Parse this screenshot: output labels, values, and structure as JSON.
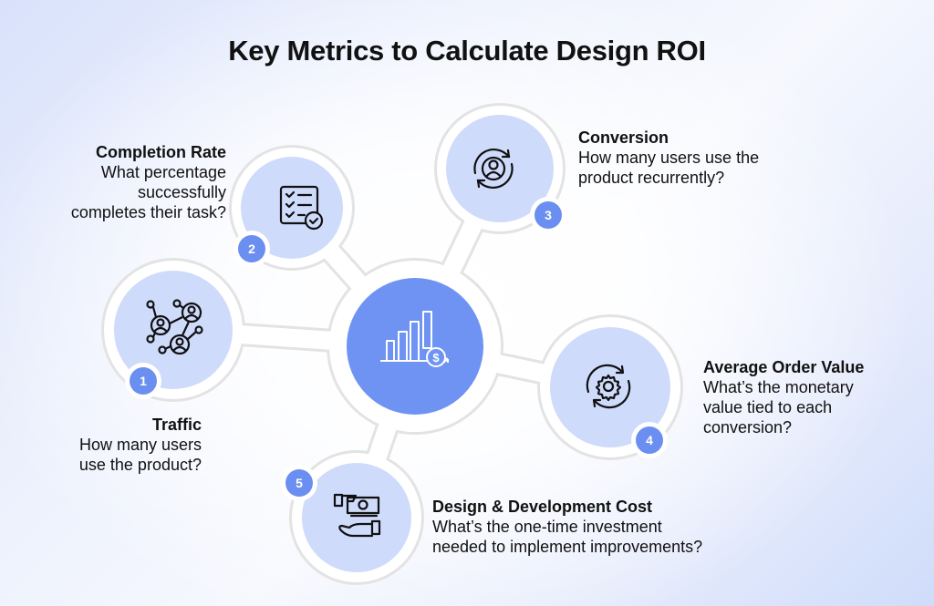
{
  "title": "Key Metrics to Calculate Design ROI",
  "colors": {
    "node_fill": "#cfdbfb",
    "center_fill": "#6e93f3",
    "ring": "#ffffff",
    "ring_stroke": "#e3e3e3",
    "badge": "#6b8ff0",
    "text": "#111111"
  },
  "center": {
    "icon": "bar-chart-dollar-icon"
  },
  "metrics": [
    {
      "number": "1",
      "title": "Traffic",
      "description_lines": [
        "How many users",
        "use the product?"
      ],
      "icon": "user-network-icon"
    },
    {
      "number": "2",
      "title": "Completion Rate",
      "description_lines": [
        "What percentage",
        "successfully",
        "completes their task?"
      ],
      "icon": "checklist-icon"
    },
    {
      "number": "3",
      "title": "Conversion",
      "description_lines": [
        "How many users use the",
        "product recurrently?"
      ],
      "icon": "user-cycle-icon"
    },
    {
      "number": "4",
      "title": "Average Order Value",
      "description_lines": [
        "What’s the monetary",
        "value tied to each",
        "conversion?"
      ],
      "icon": "gear-cycle-icon"
    },
    {
      "number": "5",
      "title": "Design & Development Cost",
      "description_lines": [
        "What’s the one-time investment",
        "needed to implement improvements?"
      ],
      "icon": "money-hand-icon"
    }
  ]
}
